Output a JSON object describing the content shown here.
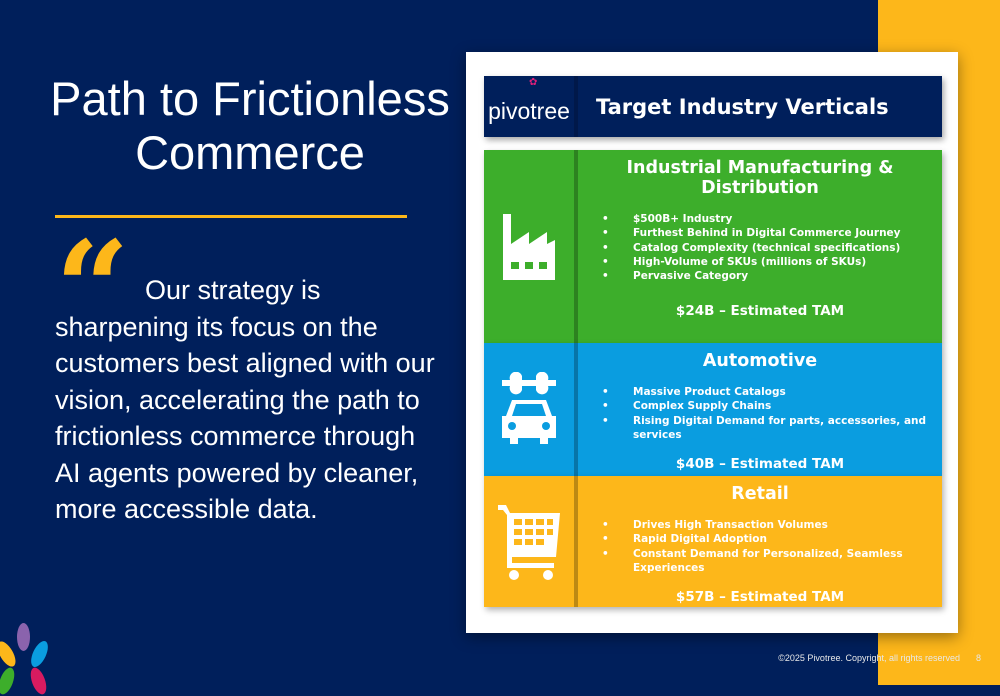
{
  "slide": {
    "title": "Path to Frictionless Commerce",
    "quote_mark": "“",
    "quote": "Our strategy is sharpening its focus on the customers best aligned with our vision, accelerating the path to frictionless commerce through AI agents powered by cleaner, more accessible data.",
    "copyright": "©2025 Pivotree. Copyright, all rights reserved",
    "page_number": "8"
  },
  "panel": {
    "logo": "pivotree",
    "title": "Target Industry Verticals",
    "sections": [
      {
        "name": "Industrial Manufacturing & Distribution",
        "color": "#3dae2b",
        "icon": "factory-icon",
        "bullets": [
          "$500B+ Industry",
          "Furthest Behind in Digital Commerce Journey",
          "Catalog Complexity (technical specifications)",
          "High-Volume of SKUs (millions of SKUs)",
          "Pervasive Category"
        ],
        "tam": "$24B – Estimated TAM"
      },
      {
        "name": "Automotive",
        "color": "#0a9de0",
        "icon": "car-wrench-icon",
        "bullets": [
          "Massive Product Catalogs",
          "Complex Supply Chains",
          "Rising Digital Demand for parts, accessories, and services"
        ],
        "tam": "$40B – Estimated TAM"
      },
      {
        "name": "Retail",
        "color": "#fdb71a",
        "icon": "shopping-cart-icon",
        "bullets": [
          "Drives High Transaction Volumes",
          "Rapid Digital Adoption",
          "Constant Demand for Personalized, Seamless Experiences"
        ],
        "tam": "$57B – Estimated TAM"
      }
    ]
  }
}
